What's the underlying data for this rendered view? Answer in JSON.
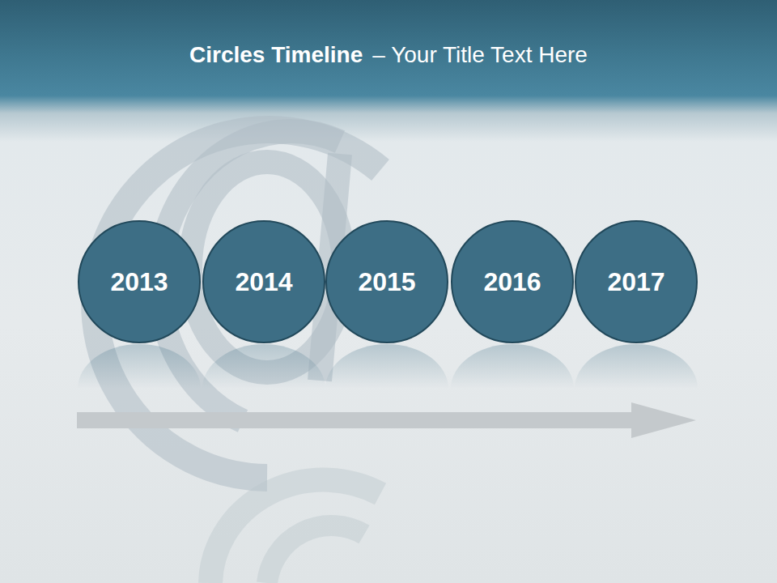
{
  "diagram": {
    "title": "Circles Timeline",
    "nodes": [
      {
        "text": [
          "2013"
        ]
      },
      {
        "text": [
          "2014"
        ]
      },
      {
        "text": [
          "2015"
        ]
      },
      {
        "text": [
          "2016"
        ]
      },
      {
        "text": [
          "2017"
        ]
      }
    ],
    "labels": [
      "– Your Title Text Here"
    ]
  }
}
